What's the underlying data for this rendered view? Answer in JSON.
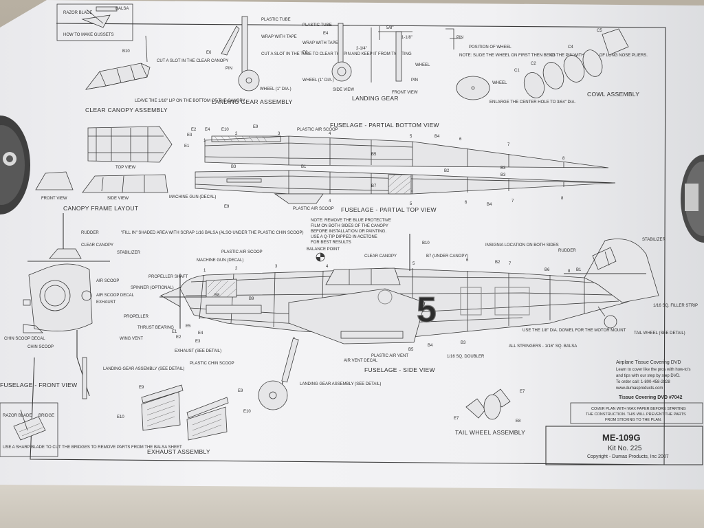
{
  "gusset": {
    "caption": "HOW TO MAKE GUSSETS",
    "labels": [
      "RAZOR BLADE",
      "BALSA"
    ]
  },
  "canopy": {
    "caption": "CLEAR CANOPY ASSEMBLY",
    "b10": "B10",
    "note": "CUT A SLOT IN THE CLEAR CANOPY",
    "bottom": "LEAVE THE 1/16\" LIP ON THE BOTTOM OF THE CANOPY"
  },
  "landing_gear_assembly": {
    "caption": "LANDING GEAR ASSEMBLY",
    "labels": [
      "PLASTIC TUBE",
      "WRAP WITH TAPE",
      "CUT A SLOT IN THE TUBE TO CLEAR THE PIN AND KEEP IT FROM TWISTING",
      "PIN",
      "WHEEL (1\" DIA.)",
      "E6"
    ]
  },
  "landing_gear": {
    "caption": "LANDING GEAR",
    "side_view": "SIDE VIEW",
    "front_view": "FRONT VIEW",
    "labels": [
      "PLASTIC TUBE",
      "E4",
      "WRAP WITH TAPE",
      "E6",
      "WHEEL (1\" DIA.)",
      "2-1/4\"",
      "5/8\"",
      "1-1/8\"",
      "PIN",
      "PIN",
      "WHEEL",
      "POSITION OF WHEEL",
      "NOTE: SLIDE THE WHEEL ON FIRST THEN BEND THE PIN WITH A PAIR OF LONG NOSE PLIERS.",
      "WHEEL",
      "ENLARGE THE CENTER HOLE TO 3/64\" DIA."
    ]
  },
  "cowl": {
    "caption": "COWL ASSEMBLY",
    "labels": [
      "C1",
      "C2",
      "C3",
      "C4",
      "C5"
    ]
  },
  "frame": {
    "caption": "CANOPY FRAME LAYOUT",
    "top_view": "TOP VIEW",
    "front_view": "FRONT VIEW",
    "side_view": "SIDE VIEW"
  },
  "bottom_view": {
    "caption": "FUSELAGE - PARTIAL BOTTOM VIEW",
    "labels": [
      "E2",
      "E3",
      "E1",
      "E4",
      "E10",
      "E9",
      "B3",
      "PLASTIC AIR SCOOP",
      "B4",
      "B5",
      "B3",
      "1",
      "2",
      "3",
      "4",
      "5",
      "6",
      "7",
      "8"
    ]
  },
  "top_view": {
    "caption": "FUSELAGE - PARTIAL TOP VIEW",
    "labels": [
      "B1",
      "B2",
      "B3",
      "B7",
      "B4",
      "MACHINE GUN (DECAL)",
      "E9",
      "PLASTIC AIR SCOOP",
      "4",
      "5",
      "6",
      "7",
      "8"
    ]
  },
  "note": {
    "line1": "NOTE: REMOVE THE BLUE PROTECTIVE",
    "line2": "FILM ON BOTH SIDES OF THE CANOPY",
    "line3": "BEFORE INSTALLATION OR PAINTING.",
    "line4": "USE A Q-TIP DIPPED IN ACETONE",
    "line5": "FOR BEST RESULTS"
  },
  "balance": "BALANCE POINT",
  "front_view": {
    "caption": "FUSELAGE - FRONT VIEW",
    "labels": [
      "RUDDER",
      "CLEAR CANOPY",
      "STABILIZER",
      "AIR SCOOP",
      "AIR SCOOP DECAL",
      "EXHAUST",
      "CHIN SCOOP DECAL",
      "CHIN SCOOP",
      "WING VENT",
      "LANDING GEAR ASSEMBLY (SEE DETAIL)"
    ]
  },
  "side_view": {
    "caption": "FUSELAGE - SIDE VIEW",
    "labels": [
      "\"FILL IN\" SHADED AREA WITH SCRAP 1/16 BALSA (ALSO UNDER THE PLASTIC CHIN SCOOP)",
      "PLASTIC AIR SCOOP",
      "MACHINE GUN (DECAL)",
      "CLEAR CANOPY",
      "B10",
      "B7 (UNDER CANOPY)",
      "INSIGNIA LOCATION ON BOTH SIDES",
      "RUDDER",
      "STABILIZER",
      "PROPELLER SHAFT",
      "SPINNER (OPTIONAL)",
      "PROPELLER",
      "THRUST BEARING",
      "B8",
      "B9",
      "E1",
      "E2",
      "E3",
      "E4",
      "E5",
      "EXHAUST (SEE DETAIL)",
      "PLASTIC CHIN SCOOP",
      "PLASTIC AIR VENT",
      "AIR VENT DECAL",
      "B5",
      "B4",
      "B3",
      "B2",
      "B6",
      "B1",
      "1/16 SQ. DOUBLER",
      "ALL STRINGERS - 1/16\" SQ. BALSA",
      "USE THE 1/8\" DIA. DOWEL FOR THE MOTOR MOUNT",
      "1/16 SQ. FILLER STRIP",
      "TAIL WHEEL (SEE DETAIL)",
      "LANDING GEAR ASSEMBLY (SEE DETAIL)",
      "1",
      "2",
      "3",
      "4",
      "5",
      "6",
      "7",
      "8"
    ]
  },
  "exhaust": {
    "caption": "EXHAUST ASSEMBLY",
    "labels": [
      "E9",
      "E10",
      "E9",
      "E10"
    ]
  },
  "tailwheel": {
    "caption": "TAIL WHEEL ASSEMBLY",
    "labels": [
      "E7",
      "E7",
      "E8"
    ]
  },
  "blade": {
    "labels": [
      "RAZOR BLADE",
      "BRIDGE",
      "USE A SHARP BLADE TO CUT THE BRIDGES TO REMOVE PARTS FROM THE BALSA SHEET"
    ]
  },
  "dvd": {
    "line1": "Airplane Tissue Covering DVD",
    "line2": "Learn to cover like the pros with how-to's",
    "line3": "and tips with our step by step DVD.",
    "line4": "To order call: 1-800-458-2828",
    "line5": "www.dumasproducts.com",
    "line6": "Tissue Covering DVD #7042"
  },
  "cover": {
    "line1": "COVER PLAN WITH WAX PAPER BEFORE STARTING",
    "line2": "THE CONSTRUCTION. THIS WILL PREVENT THE PARTS",
    "line3": "FROM STICKING TO THE PLAN."
  },
  "titleblock": {
    "model": "ME-109G",
    "kit": "Kit No. 225",
    "copyright": "Copyright - Dumas Products, Inc 2007"
  },
  "insignia": "5",
  "colors": {
    "paper": "#f1f1f3",
    "ink": "#2d2d2d",
    "table": "#b8b0a2"
  }
}
